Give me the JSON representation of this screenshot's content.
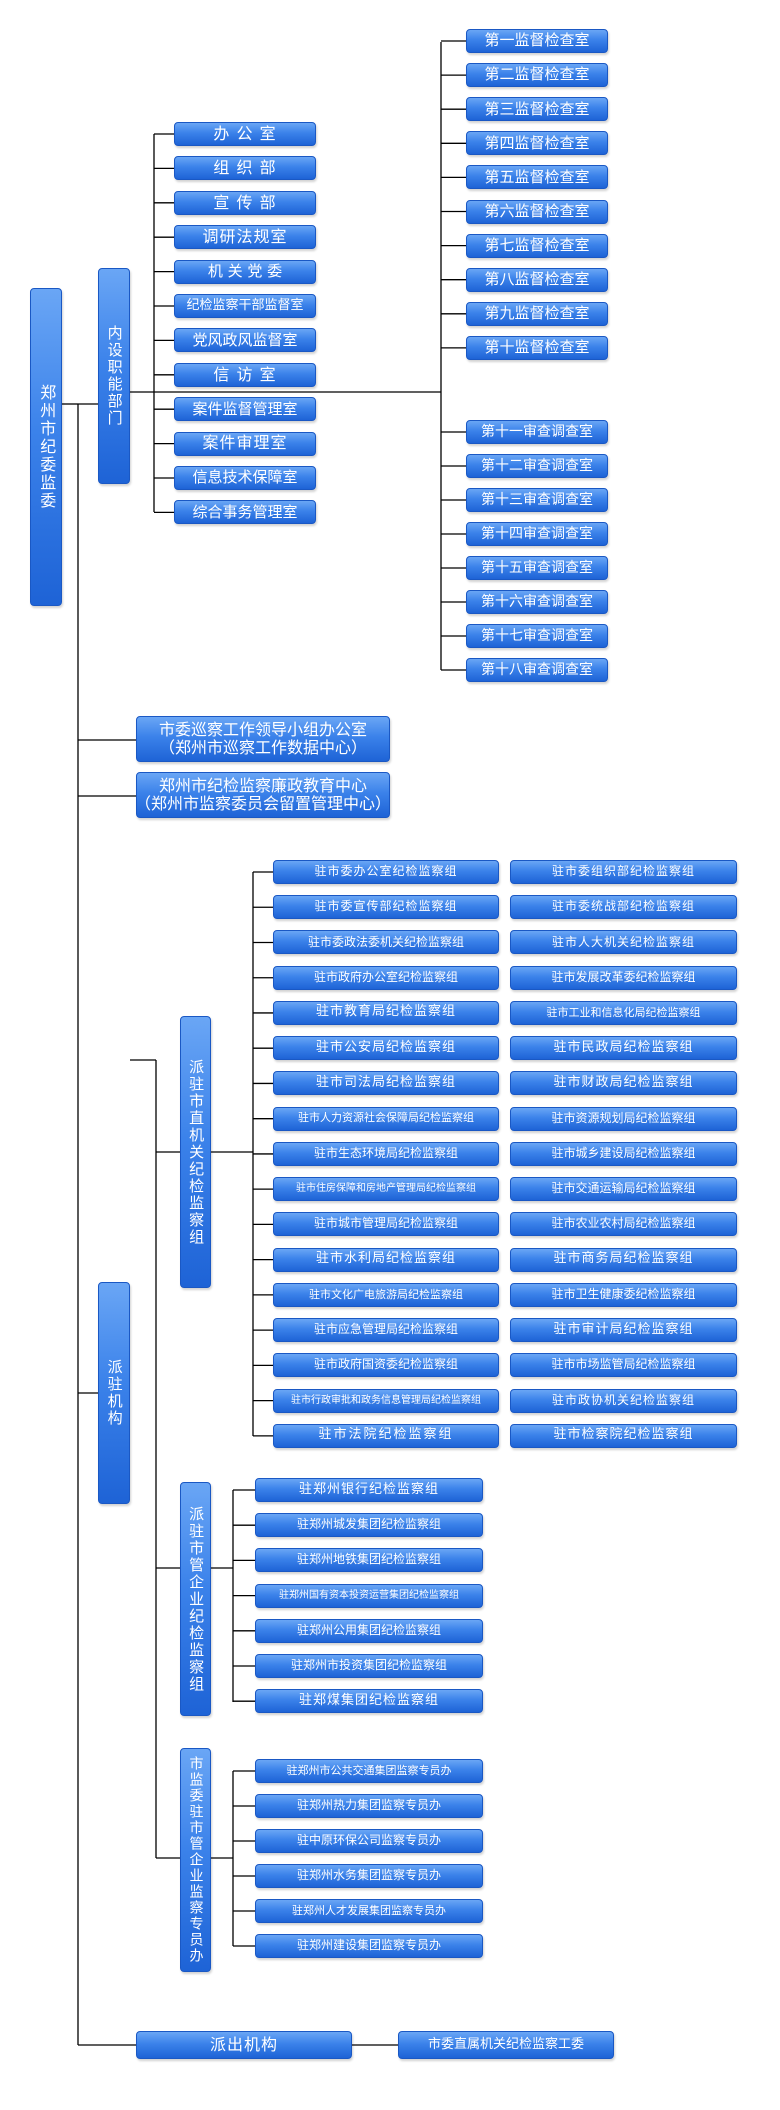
{
  "root": "郑州市纪委监委",
  "neishe": {
    "label": "内设职能部门",
    "items": [
      "办 公 室",
      "组 织 部",
      "宣 传 部",
      "调研法规室",
      "机 关 党 委",
      "纪检监察干部监督室",
      "党风政风监督室",
      "信 访 室",
      "案件监督管理室",
      "案件审理室",
      "信息技术保障室",
      "综合事务管理室"
    ],
    "jiandu": [
      "第一监督检查室",
      "第二监督检查室",
      "第三监督检查室",
      "第四监督检查室",
      "第五监督检查室",
      "第六监督检查室",
      "第七监督检查室",
      "第八监督检查室",
      "第九监督检查室",
      "第十监督检查室"
    ],
    "shencha": [
      "第十一审查调查室",
      "第十二审查调查室",
      "第十三审查调查室",
      "第十四审查调查室",
      "第十五审查调查室",
      "第十六审查调查室",
      "第十七审查调查室",
      "第十八审查调查室"
    ]
  },
  "xuncha": {
    "line1": "市委巡察工作领导小组办公室",
    "line2": "（郑州市巡察工作数据中心）"
  },
  "lianzheng": {
    "line1": "郑州市纪检监察廉政教育中心",
    "line2": "（郑州市监察委员会留置管理中心）"
  },
  "paizhu": {
    "label": "派驻机构",
    "zhiji": {
      "label": "派驻市直机关纪检监察组",
      "left": [
        "驻市委办公室纪检监察组",
        "驻市委宣传部纪检监察组",
        "驻市委政法委机关纪检监察组",
        "驻市政府办公室纪检监察组",
        "驻市教育局纪检监察组",
        "驻市公安局纪检监察组",
        "驻市司法局纪检监察组",
        "驻市人力资源社会保障局纪检监察组",
        "驻市生态环境局纪检监察组",
        "驻市住房保障和房地产管理局纪检监察组",
        "驻市城市管理局纪检监察组",
        "驻市水利局纪检监察组",
        "驻市文化广电旅游局纪检监察组",
        "驻市应急管理局纪检监察组",
        "驻市政府国资委纪检监察组",
        "驻市行政审批和政务信息管理局纪检监察组",
        "驻市法院纪检监察组"
      ],
      "right": [
        "驻市委组织部纪检监察组",
        "驻市委统战部纪检监察组",
        "驻市人大机关纪检监察组",
        "驻市发展改革委纪检监察组",
        "驻市工业和信息化局纪检监察组",
        "驻市民政局纪检监察组",
        "驻市财政局纪检监察组",
        "驻市资源规划局纪检监察组",
        "驻市城乡建设局纪检监察组",
        "驻市交通运输局纪检监察组",
        "驻市农业农村局纪检监察组",
        "驻市商务局纪检监察组",
        "驻市卫生健康委纪检监察组",
        "驻市审计局纪检监察组",
        "驻市市场监管局纪检监察组",
        "驻市政协机关纪检监察组",
        "驻市检察院纪检监察组"
      ]
    },
    "qiye": {
      "label": "派驻市管企业纪检监察组",
      "items": [
        "驻郑州银行纪检监察组",
        "驻郑州城发集团纪检监察组",
        "驻郑州地铁集团纪检监察组",
        "驻郑州国有资本投资运营集团纪检监察组",
        "驻郑州公用集团纪检监察组",
        "驻郑州市投资集团纪检监察组",
        "驻郑煤集团纪检监察组"
      ]
    },
    "zhuanyuan": {
      "label": "市监委驻市管企业监察专员办",
      "items": [
        "驻郑州市公共交通集团监察专员办",
        "驻郑州热力集团监察专员办",
        "驻中原环保公司监察专员办",
        "驻郑州水务集团监察专员办",
        "驻郑州人才发展集团监察专员办",
        "驻郑州建设集团监察专员办"
      ]
    }
  },
  "paichu": {
    "label": "派出机构",
    "child": "市委直属机关纪检监察工委"
  }
}
